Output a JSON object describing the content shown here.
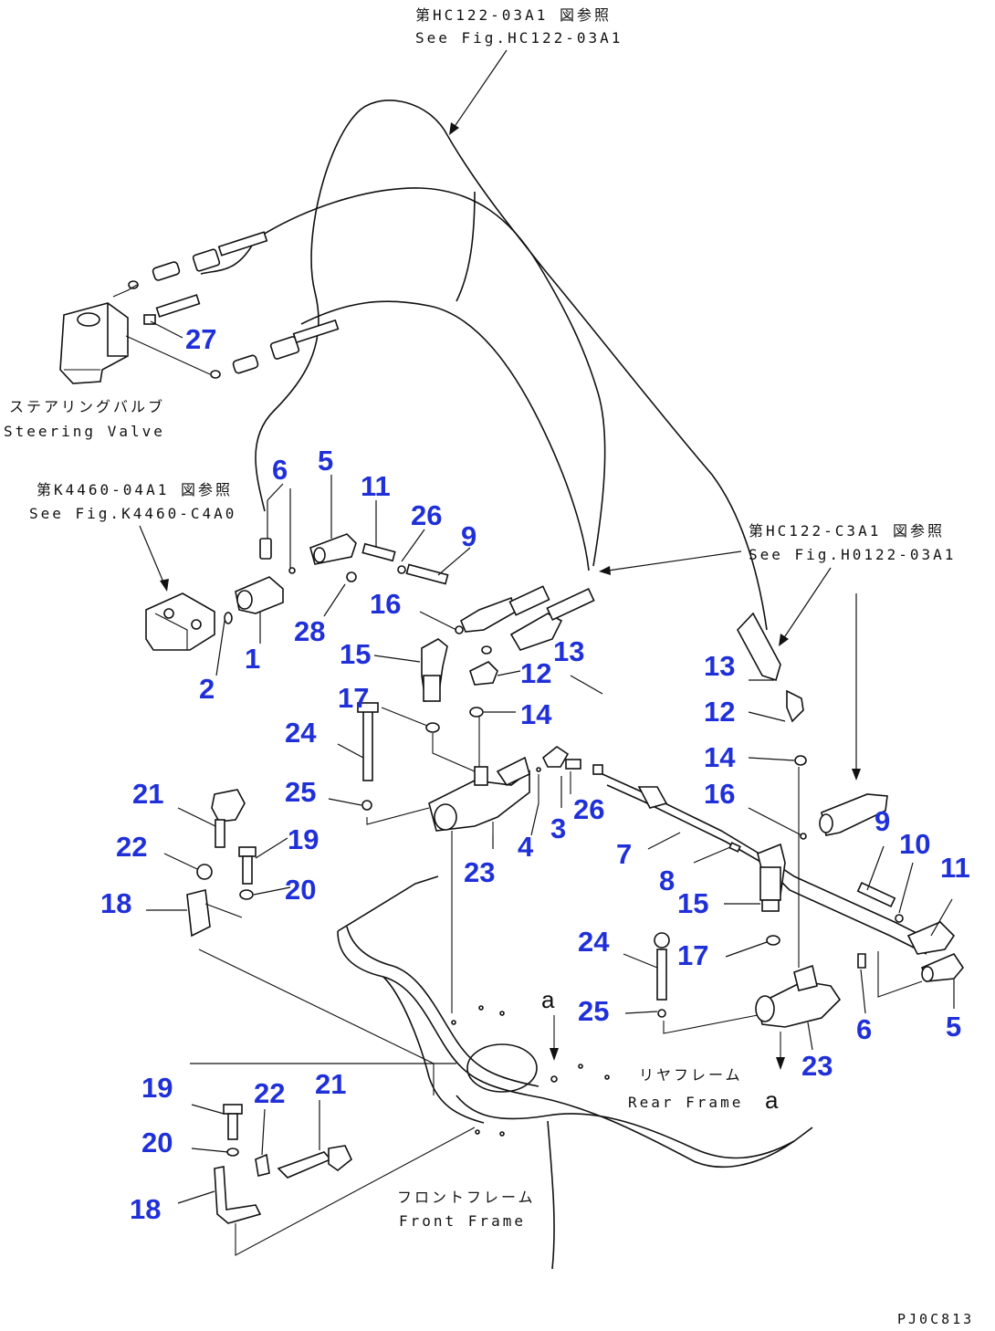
{
  "references": {
    "top_jp": "第HC122-03A1 図参照",
    "top_en": "See Fig.HC122-03A1",
    "left_jp": "第K4460-04A1 図参照",
    "left_en": "See Fig.K4460-C4A0",
    "right_jp": "第HC122-C3A1 図参照",
    "right_en": "See Fig.H0122-03A1"
  },
  "labels": {
    "steering_jp": "ステアリングバルブ",
    "steering_en": "Steering Valve",
    "rear_jp": "リヤフレーム",
    "rear_en": "Rear Frame",
    "front_jp": "フロントフレーム",
    "front_en": "Front Frame",
    "section_a": "a",
    "drawing_code": "PJ0C813"
  },
  "callouts": {
    "n27": "27",
    "n6a": "6",
    "n5a": "5",
    "n11a": "11",
    "n26a": "26",
    "n9a": "9",
    "n16a": "16",
    "n28": "28",
    "n1": "1",
    "n2": "2",
    "n15a": "15",
    "n13a": "13",
    "n12a": "12",
    "n17a": "17",
    "n14a": "14",
    "n24a": "24",
    "n25a": "25",
    "n21a": "21",
    "n22a": "22",
    "n19a": "19",
    "n20a": "20",
    "n18a": "18",
    "n23a": "23",
    "n4": "4",
    "n3": "3",
    "n26b": "26",
    "n7": "7",
    "n8": "8",
    "n13b": "13",
    "n12b": "12",
    "n14b": "14",
    "n16b": "16",
    "n9b": "9",
    "n10": "10",
    "n11b": "11",
    "n15b": "15",
    "n17b": "17",
    "n24b": "24",
    "n25b": "25",
    "n6b": "6",
    "n5b": "5",
    "n23b": "23",
    "n19b": "19",
    "n22b": "22",
    "n21b": "21",
    "n20b": "20",
    "n18b": "18"
  }
}
